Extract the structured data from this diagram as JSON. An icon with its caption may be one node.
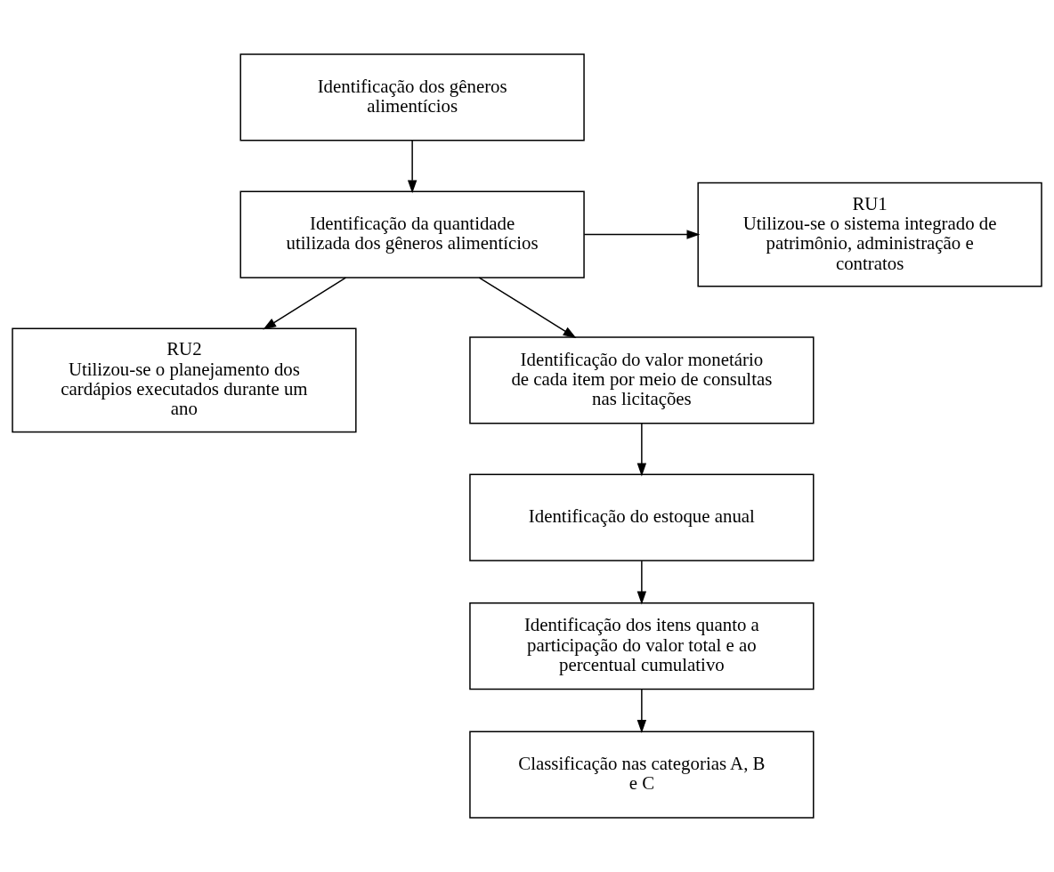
{
  "diagram": {
    "nodes": [
      {
        "text": [
          "Identificação dos gêneros alimentícios"
        ]
      },
      {
        "text": [
          "Identificação da quantidade utilizada dos gêneros alimentícios"
        ]
      },
      {
        "text": [
          "RU1",
          "Utilizou-se o sistema integrado de patrimônio, administração e contratos"
        ]
      },
      {
        "text": [
          "RU2",
          "Utilizou-se o planejamento dos cardápios executados durante um ano"
        ]
      },
      {
        "text": [
          "Identificação do valor monetário de cada item por meio de consultas nas licitações"
        ]
      },
      {
        "text": [
          "Identificação do estoque anual"
        ]
      },
      {
        "text": [
          "Identificação dos itens quanto a participação do valor total e ao percentual cumulativo"
        ]
      },
      {
        "text": [
          "Classificação nas categorias A, B e C"
        ]
      }
    ],
    "edges": [
      {
        "from": 0,
        "to": 1,
        "arrow": "to"
      },
      {
        "from": 1,
        "to": 2,
        "arrow": "to"
      },
      {
        "from": 1,
        "to": 3,
        "arrow": "to"
      },
      {
        "from": 1,
        "to": 4,
        "arrow": "to"
      },
      {
        "from": 4,
        "to": 5,
        "arrow": "to"
      },
      {
        "from": 5,
        "to": 6,
        "arrow": "to"
      },
      {
        "from": 6,
        "to": 7,
        "arrow": "to"
      }
    ]
  }
}
